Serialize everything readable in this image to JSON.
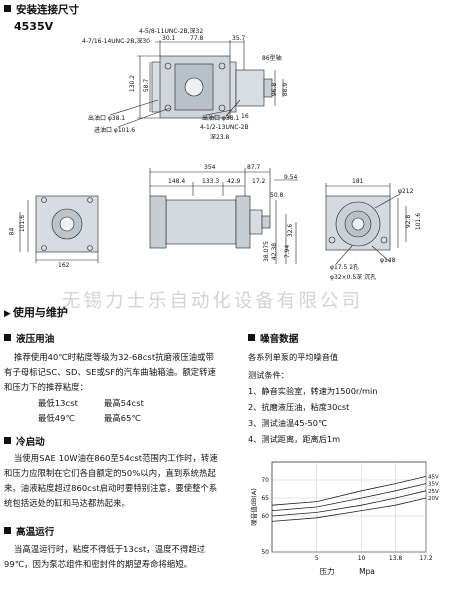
{
  "section1": {
    "title": "安装连接尺寸",
    "model": "4535V"
  },
  "top_drawing": {
    "thread1": "4-5/8-11UNC-2B,深32",
    "thread2": "4-7/16-14UNC-2B,深30",
    "d_30_1": "30.1",
    "d_77_8": "77.8",
    "d_35_7": "35.7",
    "shaft": "86型轴",
    "d_130_2": "130.2",
    "d_58_7": "58.7",
    "d_96_8": "96.8",
    "d_88_9": "88.9",
    "outlet1": "出油口 φ38.1",
    "inlet": "进油口 φ101.6",
    "outlet2": "出油口 φ38.1",
    "thread3": "4-1/2-13UNC-2B",
    "depth": "深23.8",
    "d_16": "16"
  },
  "side_drawing": {
    "d_354": "354",
    "d_87_7": "87.7",
    "d_148_4": "148.4",
    "d_133_3": "133.3",
    "d_42_9": "42.9",
    "d_17_2": "17.2",
    "d_9_54": "9.54",
    "d_50_8": "50.8",
    "d_38_075": "38.075",
    "d_42_3": "42.38",
    "d_7_94": "7.94",
    "d_32_6": "32.6"
  },
  "left_view": {
    "d_84": "84",
    "d_101_6": "101.6",
    "d_162": "162"
  },
  "right_view": {
    "d_181": "181",
    "d_212": "φ212",
    "d_92_8": "92.8",
    "d_101_6": "101.6",
    "d_148": "φ148",
    "d_17_5": "φ17.5 2孔",
    "d_32": "φ32×0.5深 沉孔"
  },
  "watermark": "无锡力士乐自动化设备有限公司",
  "section2": {
    "title": "使用与维护"
  },
  "hydraulic_oil": {
    "title": "液压用油",
    "para": [
      "推荐使用40℃时粘度等级为32-68cst抗磨液压油或带",
      "有子母标记SC、SD、SE或SF的汽车曲轴箱油。额定转速",
      "和压力下的推荐粘度："
    ],
    "v1": "最低13cst",
    "v2": "最高54cst",
    "t1": "最低49℃",
    "t2": "最高65℃"
  },
  "cold_start": {
    "title": "冷启动",
    "para": [
      "当使用SAE 10W油在860至54cst范围内工作时，转速",
      "和压力应限制在它们各自额定的50%以内，直到系统热起",
      "来。油液粘度超过860cst启动时要特别注意，要使整个系",
      "统包括远处的缸和马达都热起来。"
    ]
  },
  "high_temp": {
    "title": "高温运行",
    "para": [
      "当高温运行时，粘度不得低于13cst，温度不得超过",
      "99℃，因为泵芯组件和密封件的期望寿命将缩短。"
    ]
  },
  "noise": {
    "title": "噪音数据",
    "subtitle": "各系列单泵的平均噪音值",
    "cond": "测试条件：",
    "items": [
      "1、静音实验室，转速为1500r/min",
      "2、抗磨液压油，粘度30cst",
      "3、测试油温45-50℃",
      "4、测试距离，距离后1m"
    ]
  },
  "chart_data": {
    "type": "line",
    "ylabel": "噪音值dB(A)",
    "xlabel": "压力",
    "xunit": "Mpa",
    "xlim": [
      0,
      17.2
    ],
    "ylim": [
      50,
      75
    ],
    "xticks": [
      5,
      10,
      13.8,
      17.2
    ],
    "yticks": [
      50,
      60,
      65,
      70
    ],
    "series": [
      {
        "name": "45V",
        "x": [
          0,
          5,
          10,
          13.8,
          17.2
        ],
        "y": [
          63,
          64,
          67,
          69,
          71
        ]
      },
      {
        "name": "35V",
        "x": [
          0,
          5,
          10,
          13.8,
          17.2
        ],
        "y": [
          61.5,
          62.5,
          65,
          67,
          69
        ]
      },
      {
        "name": "25V",
        "x": [
          0,
          5,
          10,
          13.8,
          17.2
        ],
        "y": [
          60,
          61,
          63,
          65,
          67
        ]
      },
      {
        "name": "20V",
        "x": [
          0,
          5,
          10,
          13.8,
          17.2
        ],
        "y": [
          58.5,
          59.5,
          61.5,
          63,
          65
        ]
      }
    ]
  }
}
